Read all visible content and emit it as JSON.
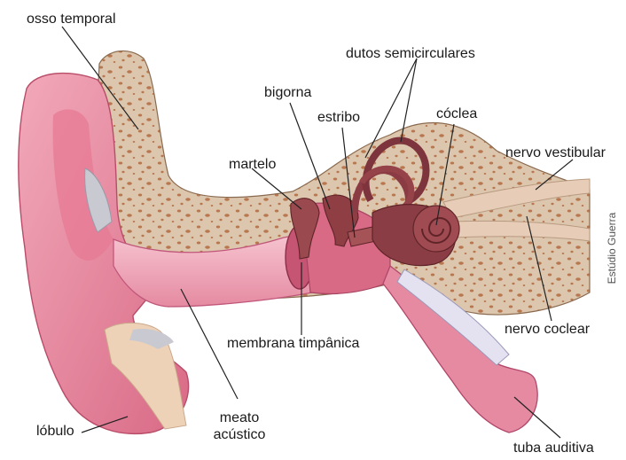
{
  "labels": {
    "osso_temporal": "osso temporal",
    "dutos_semicirculares": "dutos semicirculares",
    "bigorna": "bigorna",
    "estribo": "estribo",
    "coclea": "cóclea",
    "martelo": "martelo",
    "nervo_vestibular": "nervo vestibular",
    "nervo_coclear": "nervo coclear",
    "membrana_timpanica": "membrana timpânica",
    "meato_line1": "meato",
    "meato_line2": "acústico",
    "lobulo": "lóbulo",
    "tuba_auditiva": "tuba auditiva"
  },
  "credit": "Estúdio Guerra",
  "colors": {
    "skin": "#e98aa0",
    "skin_dark": "#c75a76",
    "canal": "#f4b3c2",
    "bone": "#dcc6ad",
    "bone_spots": "#b8774f",
    "ossicle": "#9a4a4e",
    "cartilage_grey": "#c9c9d1",
    "nerve": "#e7cdb8"
  }
}
